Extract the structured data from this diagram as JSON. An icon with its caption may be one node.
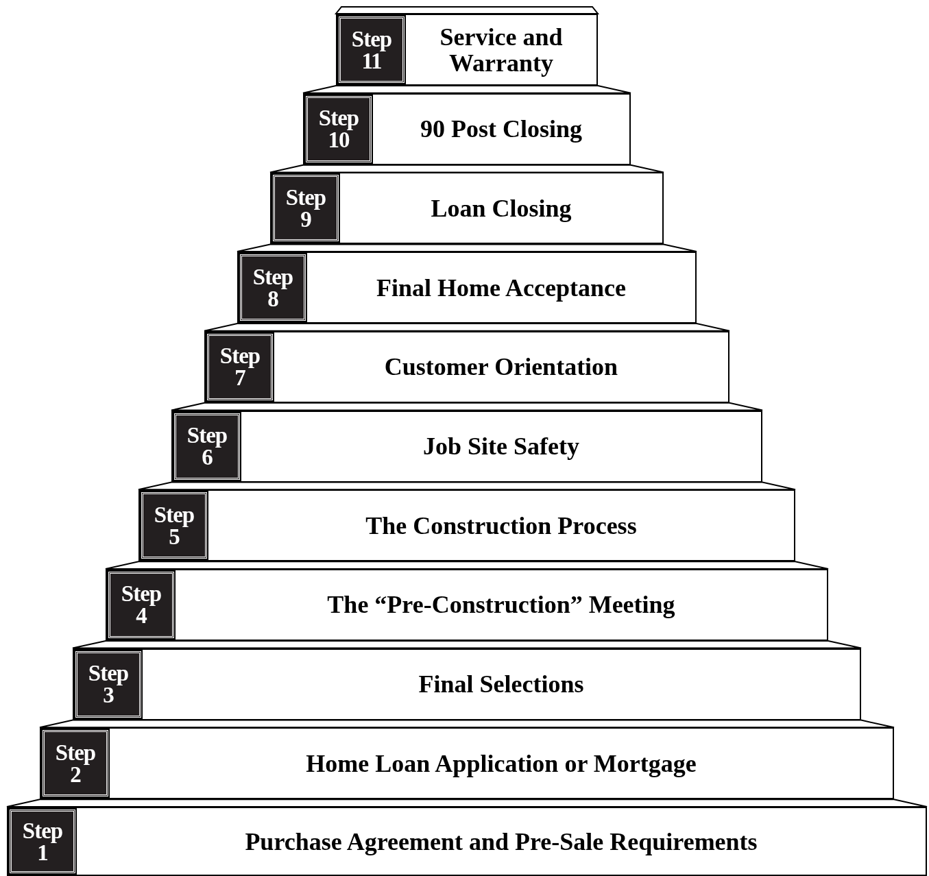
{
  "diagram": {
    "nodes": [
      {
        "text": [
          "Step 11",
          "Service and Warranty"
        ]
      },
      {
        "text": [
          "Step 10",
          "90 Post Closing"
        ]
      },
      {
        "text": [
          "Step 9",
          "Loan Closing"
        ]
      },
      {
        "text": [
          "Step 8",
          "Final Home Acceptance"
        ]
      },
      {
        "text": [
          "Step 7",
          "Customer Orientation"
        ]
      },
      {
        "text": [
          "Step 6",
          "Job Site Safety"
        ]
      },
      {
        "text": [
          "Step 5",
          "The Construction Process"
        ]
      },
      {
        "text": [
          "Step 4",
          "The “Pre-Construction” Meeting"
        ]
      },
      {
        "text": [
          "Step 3",
          "Final Selections"
        ]
      },
      {
        "text": [
          "Step 2",
          "Home Loan Application or Mortgage"
        ]
      },
      {
        "text": [
          "Step 1",
          "Purchase Agreement and Pre-Sale Requirements"
        ]
      }
    ]
  }
}
